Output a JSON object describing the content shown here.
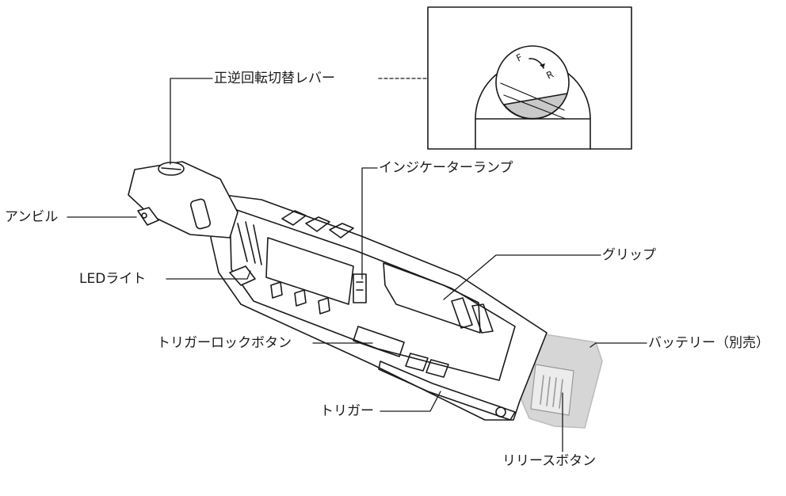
{
  "labels": {
    "reverse_lever": "正逆回転切替レバー",
    "indicator_lamp": "インジケーターランプ",
    "anvil": "アンビル",
    "grip": "グリップ",
    "led_light": "LEDライト",
    "trigger_lock": "トリガーロックボタン",
    "battery": "バッテリー（別売）",
    "trigger": "トリガー",
    "release_button": "リリースボタン"
  },
  "inset": {
    "marks": [
      "F",
      "R"
    ]
  },
  "colors": {
    "line": "#1a1a1a",
    "battery_fill": "#d6d6d6",
    "lever_fill": "#c9c9c9"
  }
}
